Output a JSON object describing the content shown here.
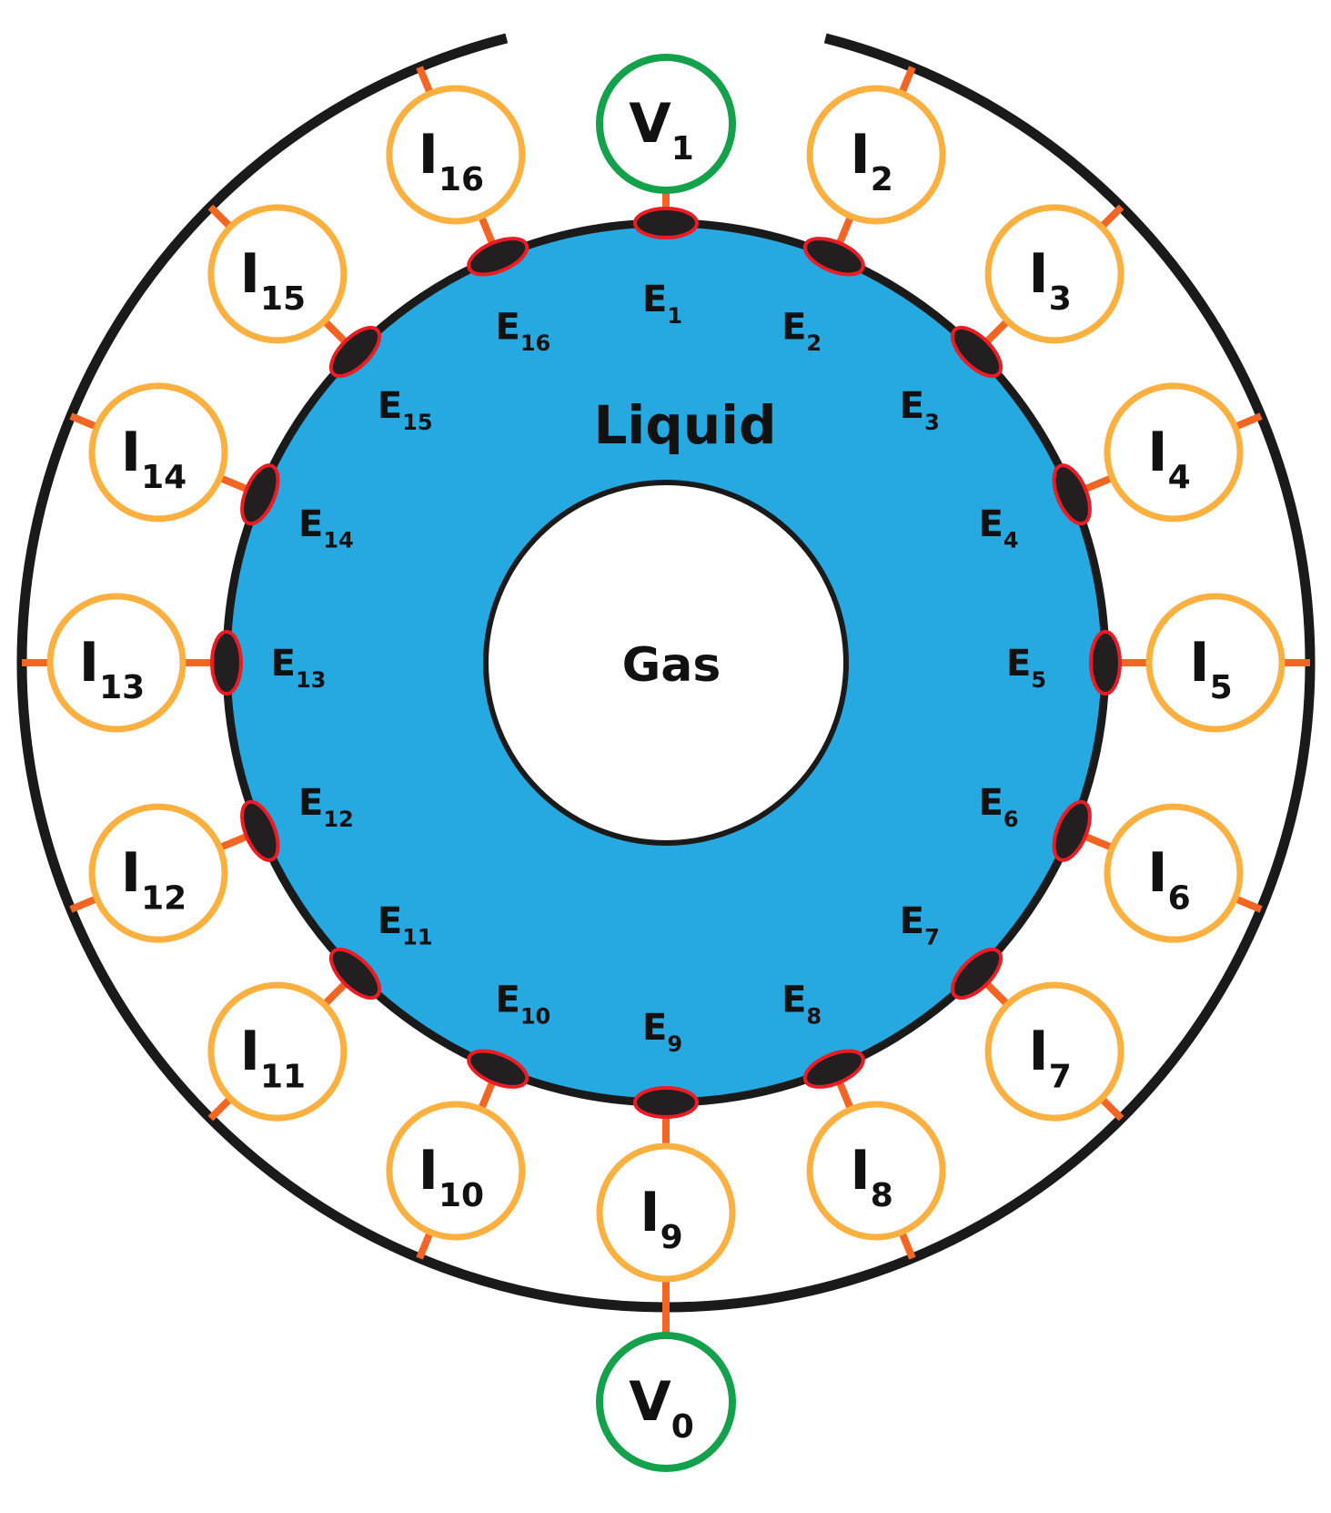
{
  "diagram": {
    "liquid_label": "Liquid",
    "gas_label": "Gas",
    "electrodes": [
      {
        "letter": "E",
        "sub": "1"
      },
      {
        "letter": "E",
        "sub": "2"
      },
      {
        "letter": "E",
        "sub": "3"
      },
      {
        "letter": "E",
        "sub": "4"
      },
      {
        "letter": "E",
        "sub": "5"
      },
      {
        "letter": "E",
        "sub": "6"
      },
      {
        "letter": "E",
        "sub": "7"
      },
      {
        "letter": "E",
        "sub": "8"
      },
      {
        "letter": "E",
        "sub": "9"
      },
      {
        "letter": "E",
        "sub": "10"
      },
      {
        "letter": "E",
        "sub": "11"
      },
      {
        "letter": "E",
        "sub": "12"
      },
      {
        "letter": "E",
        "sub": "13"
      },
      {
        "letter": "E",
        "sub": "14"
      },
      {
        "letter": "E",
        "sub": "15"
      },
      {
        "letter": "E",
        "sub": "16"
      }
    ],
    "current_sources": [
      {
        "letter": "I",
        "sub": "2"
      },
      {
        "letter": "I",
        "sub": "3"
      },
      {
        "letter": "I",
        "sub": "4"
      },
      {
        "letter": "I",
        "sub": "5"
      },
      {
        "letter": "I",
        "sub": "6"
      },
      {
        "letter": "I",
        "sub": "7"
      },
      {
        "letter": "I",
        "sub": "8"
      },
      {
        "letter": "I",
        "sub": "9"
      },
      {
        "letter": "I",
        "sub": "10"
      },
      {
        "letter": "I",
        "sub": "11"
      },
      {
        "letter": "I",
        "sub": "12"
      },
      {
        "letter": "I",
        "sub": "13"
      },
      {
        "letter": "I",
        "sub": "14"
      },
      {
        "letter": "I",
        "sub": "15"
      },
      {
        "letter": "I",
        "sub": "16"
      }
    ],
    "voltmeters": [
      {
        "letter": "V",
        "sub": "1"
      },
      {
        "letter": "V",
        "sub": "0"
      }
    ],
    "colors": {
      "liquid": "#26a9e0",
      "gas": "#ffffff",
      "ring": "#1a1a1a",
      "electrode_fill": "#231f20",
      "electrode_stroke": "#ed1c24",
      "current_source": "#fbb040",
      "voltmeter": "#13a14b",
      "wire": "#f26522"
    }
  }
}
